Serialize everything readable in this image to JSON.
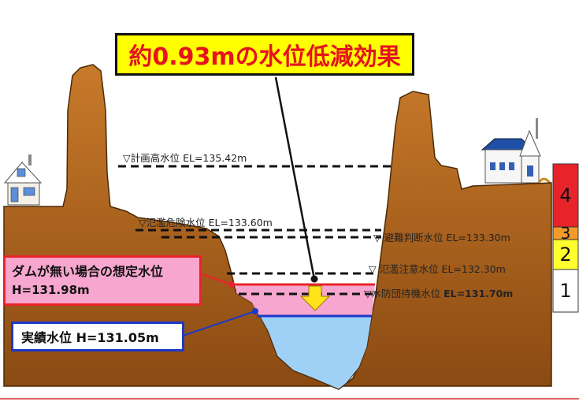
{
  "headline": "約0.93mの水位低減効果",
  "water_levels": {
    "planned_high": "▽計画高水位  EL=135.42m",
    "flood_danger": "▽氾濫危険水位  EL=133.60m",
    "evacuation_judgment": "▽  避難判断水位  EL=133.30m",
    "flood_caution": "▽  氾濫注意水位  EL=132.30m",
    "flood_standby_prefix": "▽水防団待機水位 ",
    "flood_standby_value": "EL=131.70m"
  },
  "assumed_box": {
    "line1": "ダムが無い場合の想定水位",
    "line2": "H=131.98m"
  },
  "actual_box": {
    "text": "実績水位  H=131.05m"
  },
  "level_scale": {
    "levels": [
      "4",
      "3",
      "2",
      "1"
    ]
  },
  "colors": {
    "terrain": "#b8691f",
    "water": "#9fd0f5",
    "assumed_fill": "#f7a6cf",
    "headline_bg": "#ffff00",
    "headline_text": "#e4141e",
    "level4": "#e8242a",
    "level3": "#f39a2a",
    "level2": "#ffff30",
    "level1": "#ffffff"
  }
}
